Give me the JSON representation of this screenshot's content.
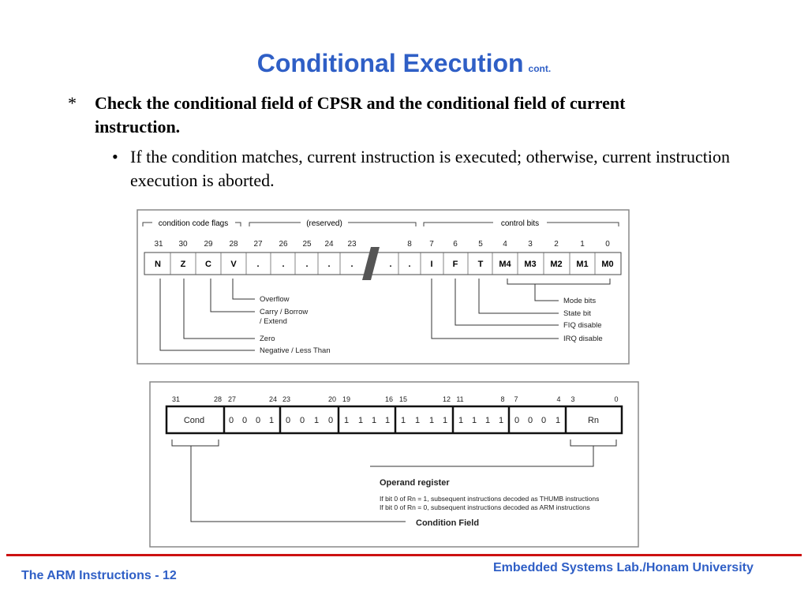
{
  "slide": {
    "title": "Conditional Execution",
    "title_suffix": "cont.",
    "bullet1_marker": "*",
    "bullet1_text": "Check the conditional field of CPSR and the conditional field of current instruction.",
    "bullet2_marker": "•",
    "bullet2_text": "If the condition matches, current instruction is executed; otherwise, current instruction execution is aborted.",
    "footer_left": "The ARM Instructions - 12",
    "footer_right": "Embedded Systems Lab./Honam University"
  },
  "cpsr": {
    "group_labels": [
      "condition code flags",
      "(reserved)",
      "control bits"
    ],
    "bit_numbers": [
      "31",
      "30",
      "29",
      "28",
      "27",
      "26",
      "25",
      "24",
      "23",
      "8",
      "7",
      "6",
      "5",
      "4",
      "3",
      "2",
      "1",
      "0"
    ],
    "cells": [
      "N",
      "Z",
      "C",
      "V",
      ".",
      ".",
      ".",
      ".",
      ".",
      ".",
      ".",
      "I",
      "F",
      "T",
      "M4",
      "M3",
      "M2",
      "M1",
      "M0"
    ],
    "left_labels": [
      "Overflow",
      "Carry / Borrow",
      "/ Extend",
      "Zero",
      "Negative / Less Than"
    ],
    "right_labels": [
      "Mode bits",
      "State bit",
      "FIQ disable",
      "IRQ disable"
    ]
  },
  "instruction": {
    "bit_numbers": [
      "31",
      "28",
      "27",
      "24",
      "23",
      "20",
      "19",
      "16",
      "15",
      "12",
      "11",
      "8",
      "7",
      "4",
      "3",
      "0"
    ],
    "cond_label": "Cond",
    "bits": [
      "0",
      "0",
      "0",
      "1",
      "0",
      "0",
      "1",
      "0",
      "1",
      "1",
      "1",
      "1",
      "1",
      "1",
      "1",
      "1",
      "1",
      "1",
      "1",
      "1",
      "0",
      "0",
      "0",
      "1"
    ],
    "rn_label": "Rn",
    "operand_title": "Operand register",
    "operand_line1": "If bit 0 of Rn = 1, subsequent instructions decoded as THUMB instructions",
    "operand_line2": "If bit 0 of Rn = 0, subsequent instructions decoded as ARM instructions",
    "condition_field": "Condition Field"
  }
}
